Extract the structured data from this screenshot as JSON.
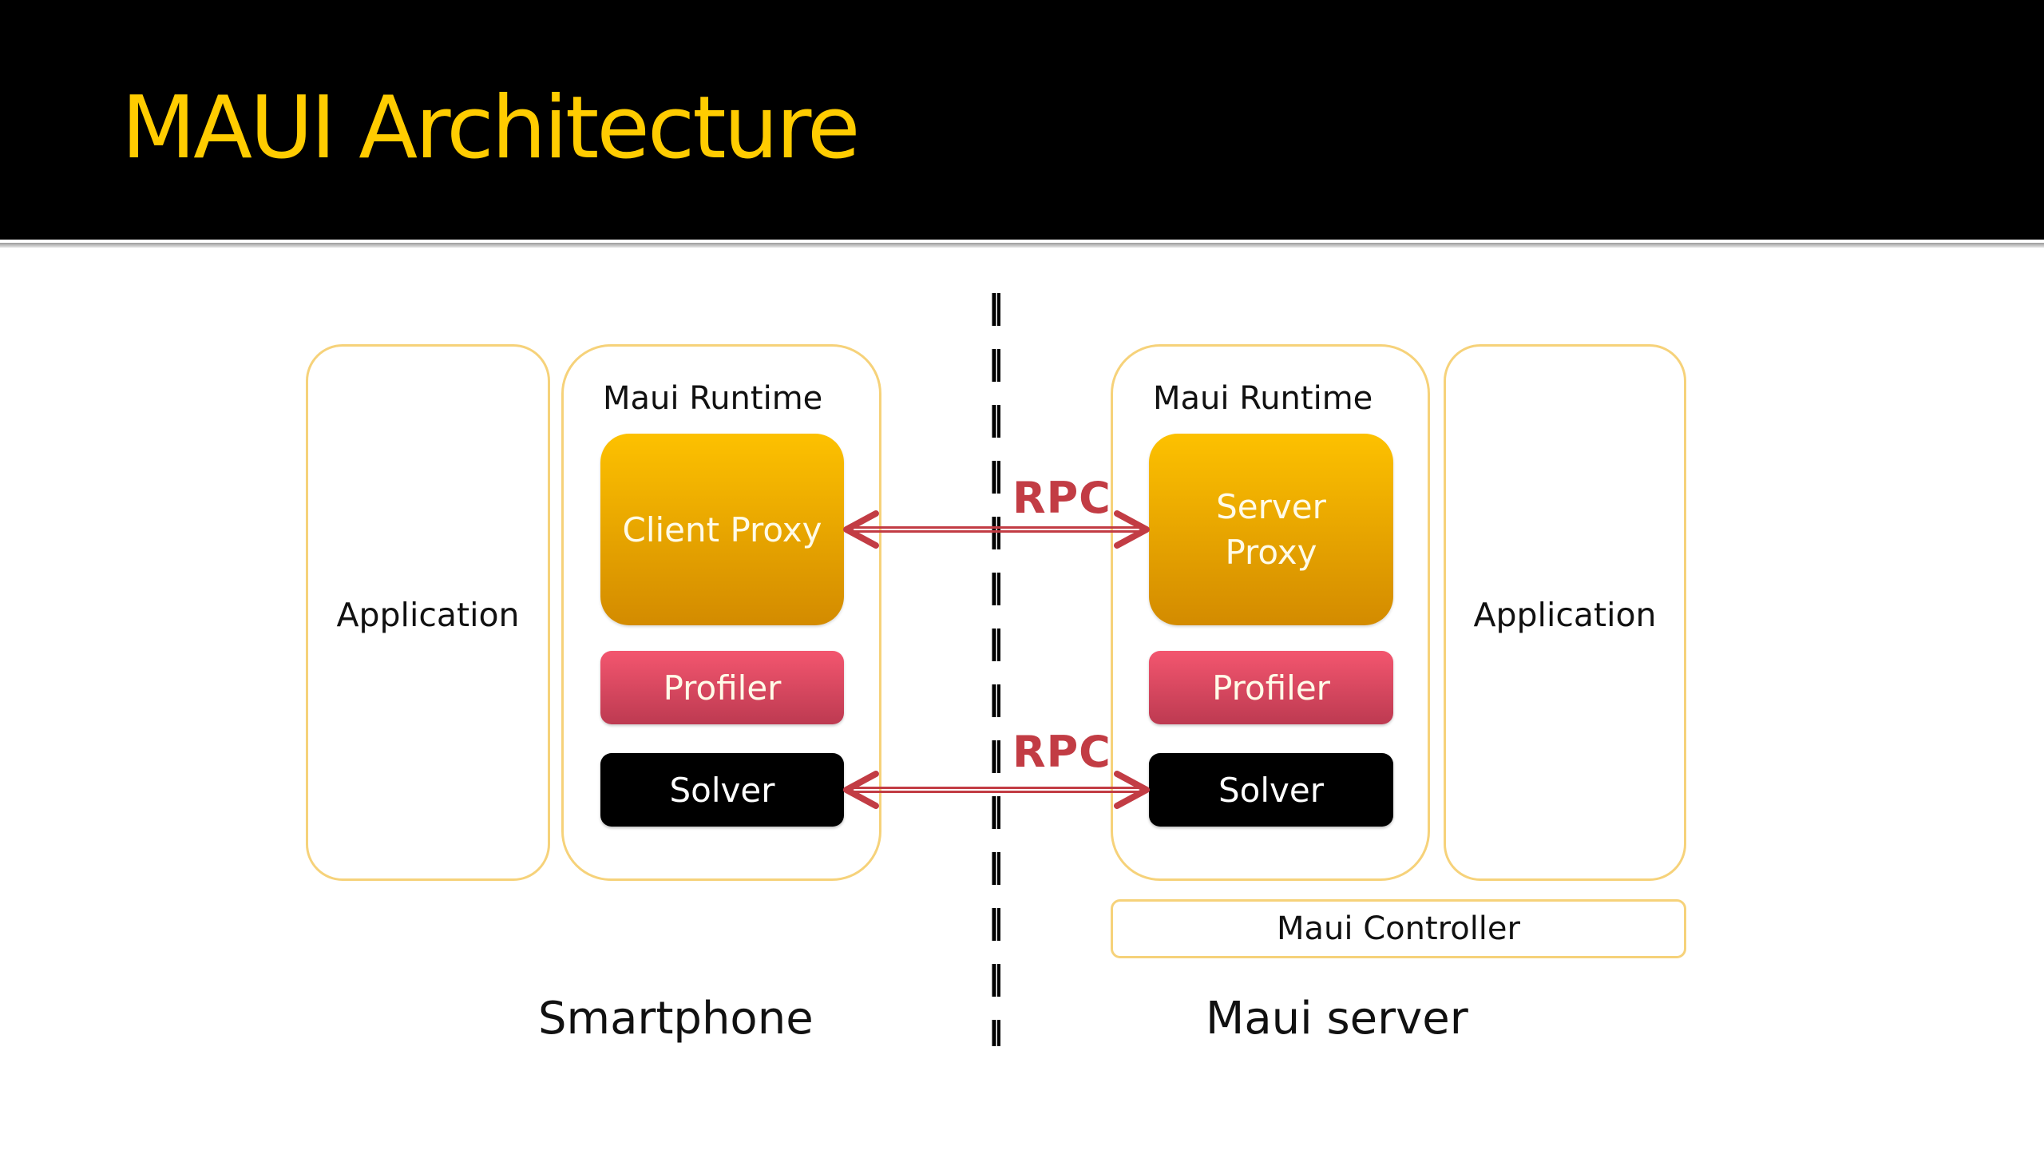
{
  "slide": {
    "title": "MAUI Architecture",
    "colors": {
      "header_bg": "#000000",
      "title": "#ffcc00",
      "frame_border": "#f6d27a",
      "proxy_gradient": [
        "#fdc100",
        "#d38b00"
      ],
      "profiler_gradient": [
        "#f3566f",
        "#bd3a51"
      ],
      "solver": "#000000",
      "rpc": "#c23c44"
    }
  },
  "smartphone": {
    "label": "Smartphone",
    "application": "Application",
    "runtime": {
      "label": "Maui Runtime",
      "proxy": "Client Proxy",
      "profiler": "Profiler",
      "solver": "Solver"
    }
  },
  "server": {
    "label": "Maui server",
    "application": "Application",
    "runtime": {
      "label": "Maui Runtime",
      "proxy_line1": "Server",
      "proxy_line2": "Proxy",
      "profiler": "Profiler",
      "solver": "Solver"
    },
    "controller": "Maui Controller"
  },
  "links": [
    {
      "label": "RPC",
      "from": "Client Proxy",
      "to": "Server Proxy",
      "direction": "bidirectional"
    },
    {
      "label": "RPC",
      "from": "Solver",
      "to": "Solver",
      "direction": "bidirectional"
    }
  ]
}
